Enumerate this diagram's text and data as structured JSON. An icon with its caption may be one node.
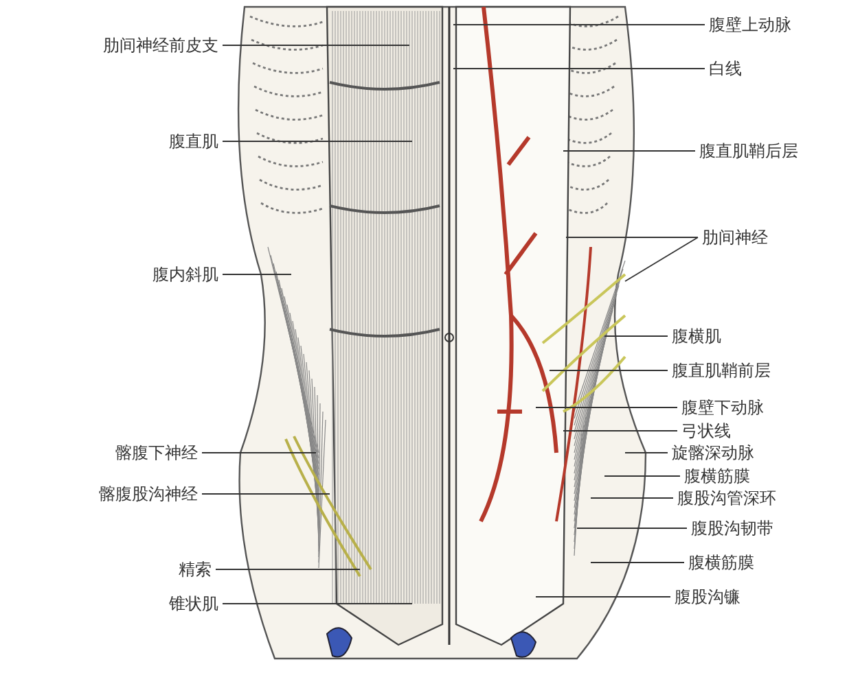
{
  "diagram": {
    "nodes": [
      {
        "text": [
          "肋间神经前皮支"
        ]
      },
      {
        "text": [
          "腹直肌"
        ]
      },
      {
        "text": [
          "腹内斜肌"
        ]
      },
      {
        "text": [
          "髂腹下神经"
        ]
      },
      {
        "text": [
          "髂腹股沟神经"
        ]
      },
      {
        "text": [
          "精索"
        ]
      },
      {
        "text": [
          "锥状肌"
        ]
      },
      {
        "text": [
          "腹壁上动脉"
        ]
      },
      {
        "text": [
          "白线"
        ]
      },
      {
        "text": [
          "腹直肌鞘后层"
        ]
      },
      {
        "text": [
          "肋间神经"
        ]
      },
      {
        "text": [
          "腹横肌"
        ]
      },
      {
        "text": [
          "腹直肌鞘前层"
        ]
      },
      {
        "text": [
          "腹壁下动脉"
        ]
      },
      {
        "text": [
          "弓状线"
        ]
      },
      {
        "text": [
          "旋髂深动脉"
        ]
      },
      {
        "text": [
          "腹横筋膜"
        ]
      },
      {
        "text": [
          "腹股沟管深环"
        ]
      },
      {
        "text": [
          "腹股沟韧带"
        ]
      },
      {
        "text": [
          "腹横筋膜"
        ]
      },
      {
        "text": [
          "腹股沟镰"
        ]
      }
    ],
    "edges": [
      {
        "from": 0,
        "to": null,
        "arrow": "none"
      },
      {
        "from": 1,
        "to": null,
        "arrow": "none"
      },
      {
        "from": 2,
        "to": null,
        "arrow": "none"
      },
      {
        "from": 3,
        "to": null,
        "arrow": "none"
      },
      {
        "from": 4,
        "to": null,
        "arrow": "none"
      },
      {
        "from": 5,
        "to": null,
        "arrow": "none"
      },
      {
        "from": 6,
        "to": null,
        "arrow": "none"
      },
      {
        "from": 7,
        "to": null,
        "arrow": "none"
      },
      {
        "from": 8,
        "to": null,
        "arrow": "none"
      },
      {
        "from": 9,
        "to": null,
        "arrow": "none"
      },
      {
        "from": 10,
        "to": null,
        "arrow": "none"
      },
      {
        "from": 10,
        "to": null,
        "arrow": "none"
      },
      {
        "from": 11,
        "to": null,
        "arrow": "none"
      },
      {
        "from": 12,
        "to": null,
        "arrow": "none"
      },
      {
        "from": 13,
        "to": null,
        "arrow": "none"
      },
      {
        "from": 14,
        "to": null,
        "arrow": "none"
      },
      {
        "from": 15,
        "to": null,
        "arrow": "none"
      },
      {
        "from": 16,
        "to": null,
        "arrow": "none"
      },
      {
        "from": 17,
        "to": null,
        "arrow": "none"
      },
      {
        "from": 18,
        "to": null,
        "arrow": "none"
      },
      {
        "from": 19,
        "to": null,
        "arrow": "none"
      },
      {
        "from": 20,
        "to": null,
        "arrow": "none"
      }
    ]
  }
}
